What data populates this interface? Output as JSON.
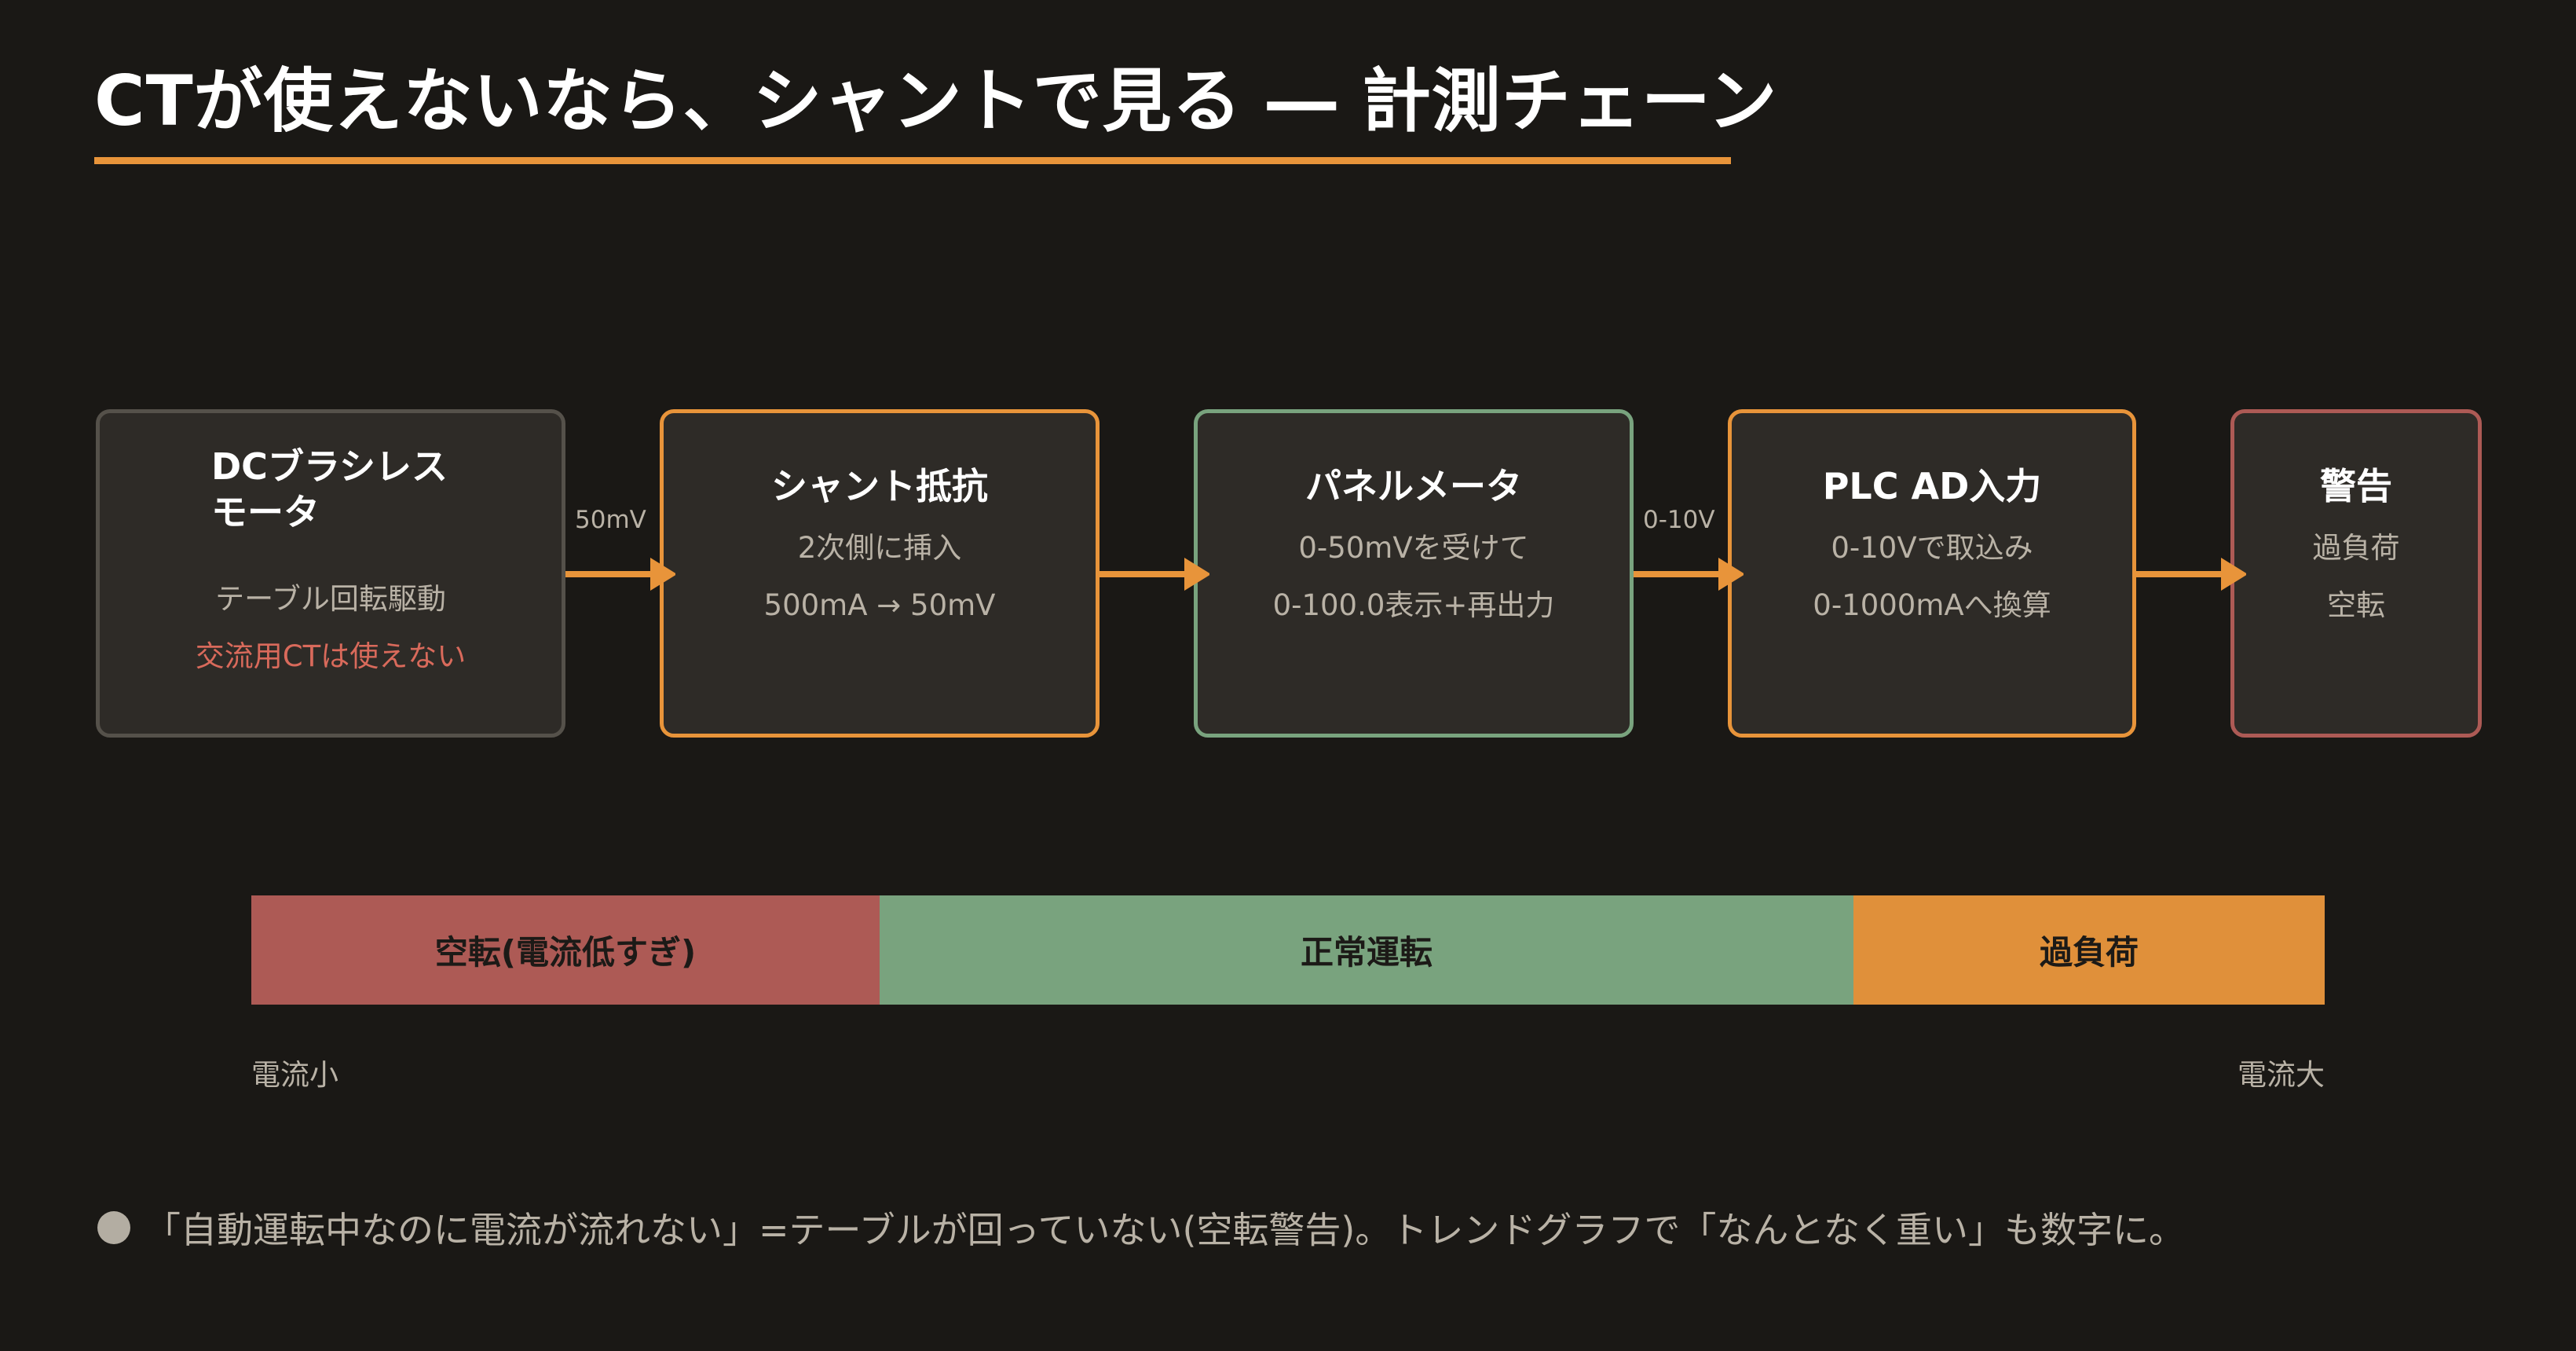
{
  "title": "CTが使えないなら、シャントで見る ― 計測チェーン",
  "colors": {
    "background": "#1a1815",
    "accent_orange": "#e8943a",
    "green": "#79a37e",
    "red": "#ad5a55",
    "node_fill": "#2e2b27",
    "muted_border": "#55514a",
    "muted_text": "#b9b2a6"
  },
  "chain": {
    "motor": {
      "name_line1": "DCブラシレス",
      "name_line2": "モータ",
      "desc": "テーブル回転駆動",
      "warning": "交流用CTは使えない"
    },
    "shunt": {
      "name": "シャント抵抗",
      "desc1": "2次側に挿入",
      "desc2": "500mA → 50mV"
    },
    "meter": {
      "name": "パネルメータ",
      "desc1": "0-50mVを受けて",
      "desc2": "0-100.0表示+再出力"
    },
    "plc": {
      "name": "PLC AD入力",
      "desc1": "0-10Vで取込み",
      "desc2": "0-1000mAへ換算"
    },
    "alarm": {
      "name": "警告",
      "desc1": "過負荷",
      "desc2": "空転"
    },
    "signals": {
      "motor_to_shunt": "50mV",
      "meter_to_plc": "0-10V"
    }
  },
  "range_bar": {
    "segments": [
      {
        "label": "空転(電流低すぎ)",
        "color": "#ad5a55"
      },
      {
        "label": "正常運転",
        "color": "#79a37e"
      },
      {
        "label": "過負荷",
        "color": "#e0903a"
      }
    ],
    "axis_min_label": "電流小",
    "axis_max_label": "電流大"
  },
  "note": "「自動運転中なのに電流が流れない」=テーブルが回っていない(空転警告)。トレンドグラフで「なんとなく重い」も数字に。"
}
